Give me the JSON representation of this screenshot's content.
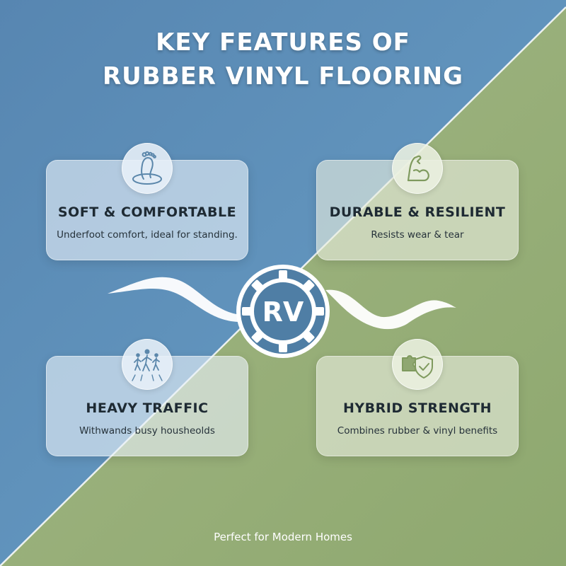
{
  "title": {
    "line1": "KEY FEATURES OF",
    "line2": "RUBBER VINYL FLOORING"
  },
  "colors": {
    "blue_bg": "#5b8db7",
    "green_bg": "#94ac74",
    "blue_icon": "#5b87ab",
    "green_icon": "#7f9a5e"
  },
  "features": [
    {
      "title": "SOFT & COMFORTABLE",
      "desc": "Underfoot comfort, ideal for standing.",
      "icon": "foot-icon"
    },
    {
      "title": "DURABLE & RESILIENT",
      "desc": "Resists wear & tear",
      "icon": "flexed-arm-icon"
    },
    {
      "title": "HEAVY TRAFFIC",
      "desc": "Withwands busy housheolds",
      "icon": "walking-people-icon"
    },
    {
      "title": "HYBRID STRENGTH",
      "desc": "Combines rubber & vinyl benefits",
      "icon": "puzzle-shield-icon"
    }
  ],
  "emblem": {
    "text": "RV",
    "icon": "gear-icon"
  },
  "footer": "Perfect for Modern Homes"
}
